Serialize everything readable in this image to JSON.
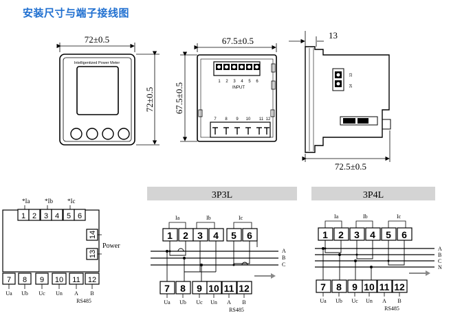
{
  "title": "安装尺寸与端子接线图",
  "dimensions": {
    "front_width": "72±0.5",
    "front_height": "72±0.5",
    "rear_width": "67.5±0.5",
    "rear_height": "67.5±0.5",
    "side_depth_small": "13",
    "side_depth": "72.5±0.5"
  },
  "front_panel": {
    "brand_text": "Intelligentized Power Meter"
  },
  "rear_panel": {
    "top_terminals": [
      "1",
      "2",
      "3",
      "4",
      "5",
      "6"
    ],
    "input_label": "INPUT",
    "bottom_terminals": [
      "7",
      "8",
      "9",
      "10",
      "11",
      "12"
    ]
  },
  "side_panel": {
    "terminal_labels": [
      "14",
      "13"
    ]
  },
  "wiring_left": {
    "current_labels": [
      "*Ia",
      "*Ib",
      "*Ic"
    ],
    "top_terminals": [
      "1",
      "2",
      "3",
      "4",
      "5",
      "6"
    ],
    "power_terminals": [
      "14",
      "13"
    ],
    "power_label": "Power",
    "bottom_terminals": [
      "7",
      "8",
      "9",
      "10",
      "11",
      "12"
    ],
    "bottom_labels": [
      "Ua",
      "Ub",
      "Uc",
      "Un",
      "A",
      "B"
    ],
    "rs485": "RS485"
  },
  "wiring_3p3l": {
    "header": "3P3L",
    "current_labels": [
      "Ia",
      "Ib",
      "Ic"
    ],
    "top_terminals": [
      "1",
      "2",
      "3",
      "4",
      "5",
      "6"
    ],
    "phase_labels": [
      "A",
      "B",
      "C"
    ],
    "bottom_terminals": [
      "7",
      "8",
      "9",
      "10",
      "11",
      "12"
    ],
    "bottom_labels": [
      "Ua",
      "Ub",
      "Uc",
      "Un",
      "A",
      "B"
    ],
    "rs485": "RS485"
  },
  "wiring_3p4l": {
    "header": "3P4L",
    "current_labels": [
      "Ia",
      "Ib",
      "Ic"
    ],
    "top_terminals": [
      "1",
      "2",
      "3",
      "4",
      "5",
      "6"
    ],
    "phase_labels": [
      "A",
      "B",
      "C",
      "N"
    ],
    "bottom_terminals": [
      "7",
      "8",
      "9",
      "10",
      "11",
      "12"
    ],
    "bottom_labels": [
      "Ua",
      "Ub",
      "Uc",
      "Un",
      "A",
      "B"
    ],
    "rs485": "RS485"
  },
  "colors": {
    "title": "#1f6fd0",
    "header_band": "#d4d4d4",
    "arrow": "#888888"
  }
}
